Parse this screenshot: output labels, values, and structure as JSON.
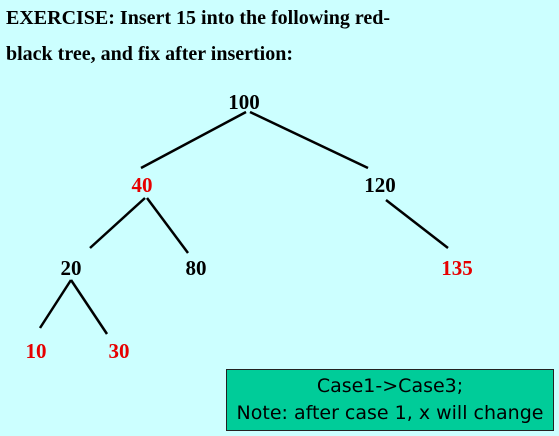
{
  "title": {
    "line1": "EXERCISE: Insert 15 into the following red-",
    "line2": "black tree, and fix after insertion:"
  },
  "tree": {
    "nodes": [
      {
        "key": "n100",
        "label": "100",
        "color": "black"
      },
      {
        "key": "n40",
        "label": "40",
        "color": "red"
      },
      {
        "key": "n120",
        "label": "120",
        "color": "black"
      },
      {
        "key": "n20",
        "label": "20",
        "color": "black"
      },
      {
        "key": "n80",
        "label": "80",
        "color": "black"
      },
      {
        "key": "n135",
        "label": "135",
        "color": "red"
      },
      {
        "key": "n10",
        "label": "10",
        "color": "red"
      },
      {
        "key": "n30",
        "label": "30",
        "color": "red"
      }
    ],
    "edges": [
      [
        "n100",
        "n40"
      ],
      [
        "n100",
        "n120"
      ],
      [
        "n40",
        "n20"
      ],
      [
        "n40",
        "n80"
      ],
      [
        "n120",
        "n135"
      ],
      [
        "n20",
        "n10"
      ],
      [
        "n20",
        "n30"
      ]
    ]
  },
  "colors": {
    "red": "#e60000",
    "black": "#000000",
    "background": "#ccffff",
    "note_bg": "#00cc99"
  },
  "note": {
    "line1": "Case1->Case3;",
    "line2": "Note: after case 1, x will change"
  }
}
